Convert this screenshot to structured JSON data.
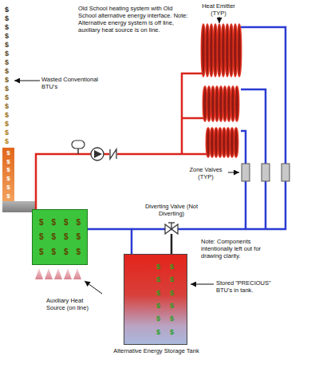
{
  "diagram": {
    "nodes": [
      {
        "text": [
          "$",
          "$",
          "$",
          "$",
          "$",
          "$"
        ]
      },
      {
        "text": [
          "$",
          "$",
          "$",
          "$",
          "$",
          "$",
          "$",
          "$",
          "$",
          "$",
          "$",
          "$"
        ]
      },
      {
        "text": [
          "$",
          "$",
          "$",
          "$",
          "$",
          "$",
          "$",
          "$",
          "$",
          "$",
          "$",
          "$",
          "Alternative Energy Storage Tank"
        ]
      }
    ],
    "edges": [
      {
        "from": 2,
        "to": 1,
        "arrow": "none"
      }
    ],
    "labels": [
      "Old School heating system with Old School alternative energy interface. Note: Alternative energy system is off line, auxiliary heat source is on line.",
      "Heat Emitter (TYP)",
      "Wasted Conventional BTU's",
      "Zone Valves (TYP)",
      "Diverting Valve (Not Diverting)",
      "Note: Components intentionally left out for drawing clarity.",
      "Stored \"PRECIOUS\" BTU's in tank.",
      "Auxiliary Heat Source (on line)",
      "$",
      "$",
      "$",
      "$",
      "$",
      "$",
      "$",
      "$",
      "$",
      "$",
      "$",
      "$",
      "$",
      "$",
      "$",
      "$"
    ]
  }
}
